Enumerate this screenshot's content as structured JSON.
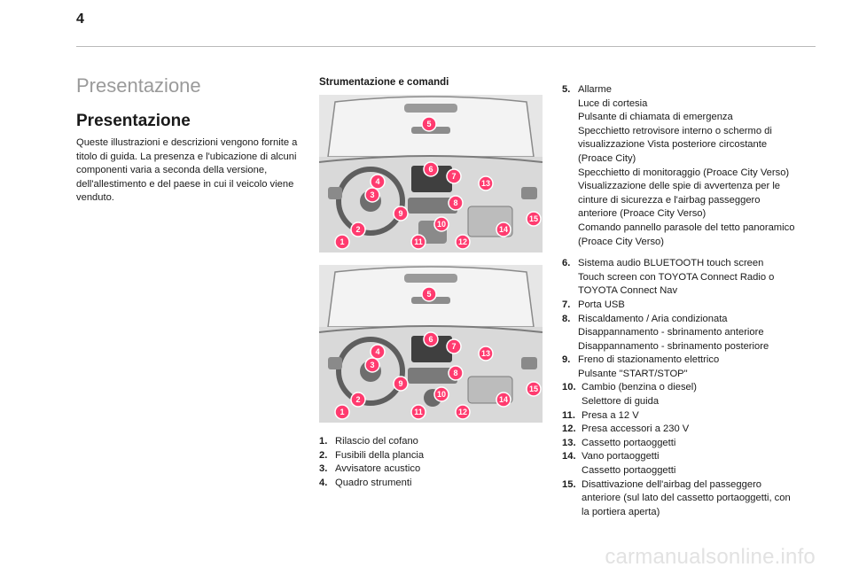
{
  "page_number": "4",
  "chapter_title": "Presentazione",
  "section_title": "Presentazione",
  "intro_text": "Queste illustrazioni e descrizioni vengono fornite a titolo di guida. La presenza e l'ubicazione di alcuni componenti varia a seconda della versione, dell'allestimento e del paese in cui il veicolo viene venduto.",
  "subsection_title": "Strumentazione e comandi",
  "figure_labels": [
    "1",
    "2",
    "3",
    "4",
    "5",
    "6",
    "7",
    "8",
    "9",
    "10",
    "11",
    "12",
    "13",
    "14",
    "15"
  ],
  "left_list": [
    {
      "num": "1.",
      "lines": [
        "Rilascio del cofano"
      ]
    },
    {
      "num": "2.",
      "lines": [
        "Fusibili della plancia"
      ]
    },
    {
      "num": "3.",
      "lines": [
        "Avvisatore acustico"
      ]
    },
    {
      "num": "4.",
      "lines": [
        "Quadro strumenti"
      ]
    }
  ],
  "right_list": [
    {
      "num": "5.",
      "lines": [
        "Allarme",
        "Luce di cortesia",
        "Pulsante di chiamata di emergenza",
        "Specchietto retrovisore interno o schermo di visualizzazione Vista posteriore circostante (Proace City)",
        "Specchietto di monitoraggio (Proace City Verso)",
        "Visualizzazione delle spie di avvertenza per le cinture di sicurezza e l'airbag passeggero anteriore (Proace City Verso)",
        "Comando pannello parasole del tetto panoramico (Proace City Verso)"
      ]
    },
    {
      "num": "6.",
      "lines": [
        "Sistema audio BLUETOOTH touch screen",
        "Touch screen con TOYOTA Connect Radio o TOYOTA Connect Nav"
      ]
    },
    {
      "num": "7.",
      "lines": [
        "Porta USB"
      ]
    },
    {
      "num": "8.",
      "lines": [
        "Riscaldamento / Aria condizionata",
        "Disappannamento - sbrinamento anteriore",
        "Disappannamento - sbrinamento posteriore"
      ]
    },
    {
      "num": "9.",
      "lines": [
        "Freno di stazionamento elettrico",
        "Pulsante \"START/STOP\""
      ]
    },
    {
      "num": "10.",
      "lines": [
        "Cambio (benzina o diesel)",
        "Selettore di guida"
      ]
    },
    {
      "num": "11.",
      "lines": [
        "Presa a 12 V"
      ]
    },
    {
      "num": "12.",
      "lines": [
        "Presa accessori a 230 V"
      ]
    },
    {
      "num": "13.",
      "lines": [
        "Cassetto portaoggetti"
      ]
    },
    {
      "num": "14.",
      "lines": [
        "Vano portaoggetti",
        "Cassetto portaoggetti"
      ]
    },
    {
      "num": "15.",
      "lines": [
        "Disattivazione dell'airbag del passeggero anteriore (sul lato del cassetto portaoggetti, con la portiera aperta)"
      ]
    }
  ],
  "watermark": "carmanualsonline.info",
  "colors": {
    "callout": "#ff3b6f",
    "chapter": "#9a9a9a",
    "figure_bg": "#d6d6d6",
    "rule": "#b9b9b9"
  }
}
